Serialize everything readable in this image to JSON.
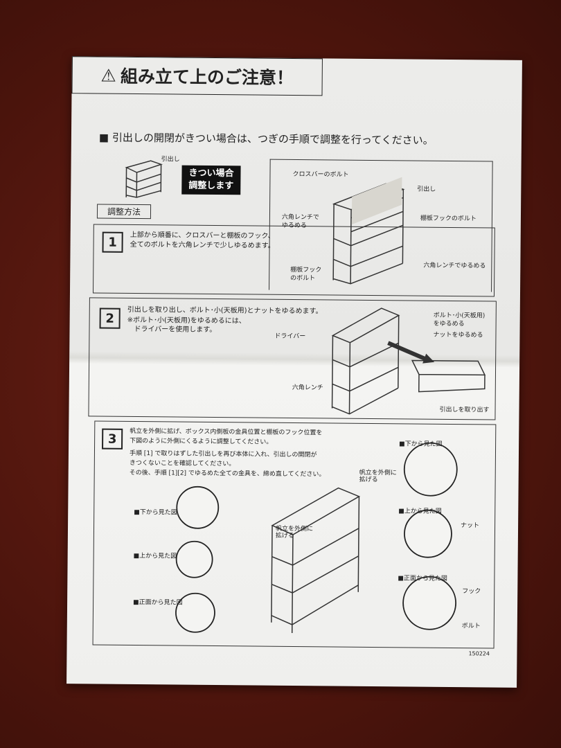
{
  "title": {
    "icon": "warning-triangle-icon",
    "text": "組み立て上のご注意！"
  },
  "intro": "■ 引出しの開閉がきつい場合は、つぎの手順で調整を行ってください。",
  "overview": {
    "drawer_label": "引出し",
    "badge_line1": "きつい場合",
    "badge_line2": "調整します",
    "method_label": "調整方法"
  },
  "step1": {
    "number": "1",
    "text_line1": "上部から順番に、クロスバーと棚板のフック、",
    "text_line2": "全てのボルトを六角レンチで少しゆるめます。",
    "labels": {
      "crossbar_bolt": "クロスバーのボルト",
      "drawer": "引出し",
      "hex_loosen_l1": "六角レンチで",
      "hex_loosen_l2": "ゆるめる",
      "shelf_hook_bolt": "棚板フックのボルト",
      "shelf_hook_bolt2_l1": "棚板フック",
      "shelf_hook_bolt2_l2": "のボルト",
      "hex_loosen_right": "六角レンチでゆるめる"
    }
  },
  "step2": {
    "number": "2",
    "text_line1": "引出しを取り出し、ボルト･小(天板用)とナットをゆるめます。",
    "note_line1": "※ボルト･小(天板用)をゆるめるには、",
    "note_line2": "ドライバーを使用します。",
    "labels": {
      "bolt_small_l1": "ボルト･小(天板用)",
      "bolt_small_l2": "をゆるめる",
      "nut": "ナットをゆるめる",
      "driver": "ドライバー",
      "hex_wrench": "六角レンチ",
      "remove_drawer": "引出しを取り出す"
    }
  },
  "step3": {
    "number": "3",
    "text_line1": "帆立を外側に拡げ、ボックス内側板の金具位置と棚板のフック位置を",
    "text_line2": "下図のように外側にくるように調整してください。",
    "text_line3": "手順 [1] で取りはずした引出しを再び本体に入れ、引出しの開閉が",
    "text_line4": "きつくないことを確認してください。",
    "text_line5": "その後、手順 [1][2] でゆるめた全ての金具を、締め直してください。",
    "labels": {
      "bottom_view": "■下から見た図",
      "top_view": "■上から見た図",
      "front_view": "■正面から見た図",
      "spread_l1": "帆立を外側に",
      "spread_l2": "拡げる",
      "nut": "ナット",
      "hook": "フック",
      "bolt": "ボルト"
    }
  },
  "doc_code": "150224"
}
